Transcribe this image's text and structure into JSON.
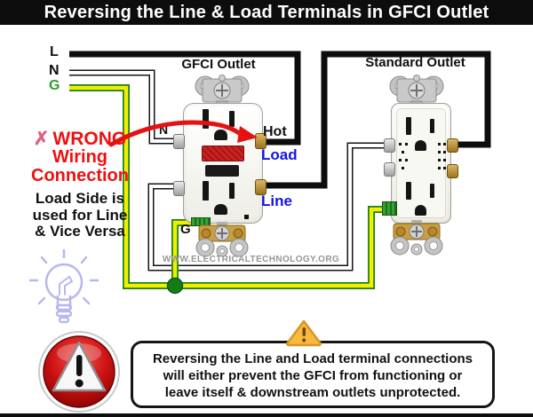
{
  "title": "Reversing the Line & Load Terminals in GFCI Outlet",
  "supply": {
    "live": "L",
    "neutral": "N",
    "ground": "G"
  },
  "gfci": {
    "title": "GFCI Outlet",
    "neutral_tag": "N",
    "ground_tag": "G",
    "hot_tag": "Hot",
    "load_tag": "Load",
    "line_tag": "Line"
  },
  "standard": {
    "title": "Standard Outlet"
  },
  "wrong_note": {
    "cross": "✗",
    "headline": "WRONG",
    "line2": "Wiring",
    "line3": "Connection",
    "detail1": "Load Side is",
    "detail2": "used for Line",
    "detail3": "& Vice Versa"
  },
  "watermark": "WWW.ELECTRICALTECHNOLOGY.ORG",
  "warning_box": {
    "line1": "Reversing the Line and Load terminal connections",
    "line2": "will either prevent the GFCI from functioning or",
    "line3": "leave itself & downstream outlets unprotected."
  },
  "colors": {
    "title_bg": "#0d0d0d",
    "error_red": "#ee1111",
    "terminal_label_blue": "#1414e6",
    "ground_green": "#2f9e2f",
    "wire_yellow": "#f2ee00",
    "wire_black": "#0d0d0d",
    "brass": "#c09540",
    "watermark_gray": "#969696",
    "alert_amber": "#f7b93e"
  }
}
